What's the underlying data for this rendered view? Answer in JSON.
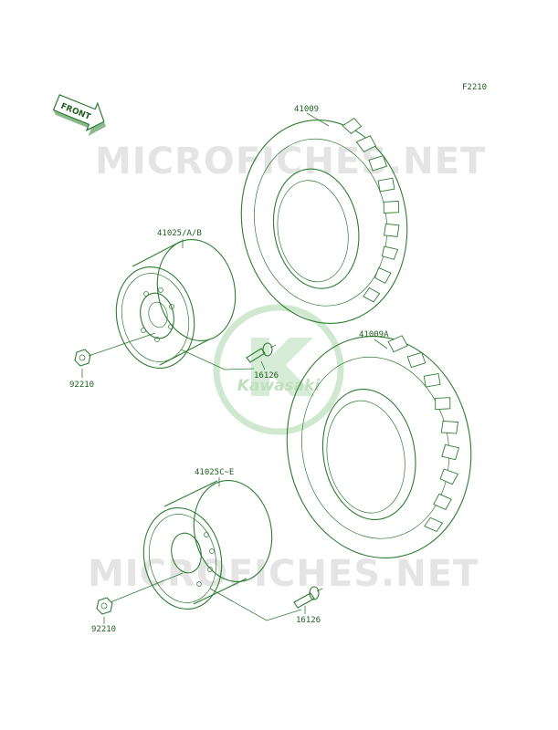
{
  "figure_code": "F2210",
  "front_label": "FRONT",
  "watermark_top": "MICROFICHES.NET",
  "watermark_bottom": "MICROFICHES.NET",
  "logo_text": "Kawasaki",
  "parts": {
    "tire_upper": "41009",
    "tire_lower": "41009A",
    "wheel_upper": "41025/A/B",
    "wheel_lower": "41025C~E",
    "nut_upper": "92210",
    "nut_lower": "92210",
    "valve_upper": "16126",
    "valve_lower": "16126"
  },
  "colors": {
    "line": "#2e7d32",
    "text": "#1f5f1f",
    "watermark": "#e4e4e4",
    "logo": "#cfe8cf"
  }
}
